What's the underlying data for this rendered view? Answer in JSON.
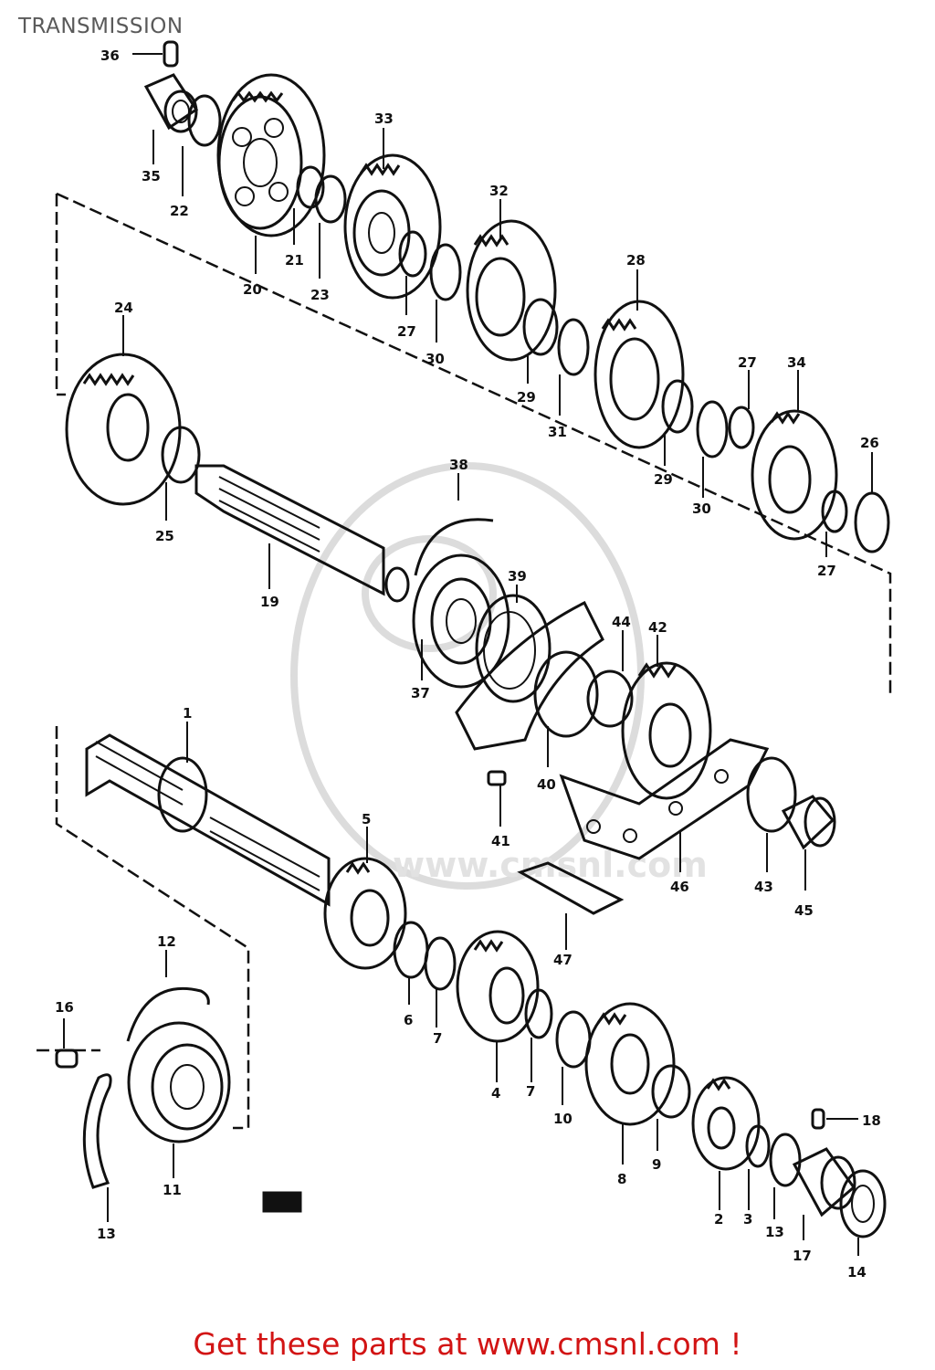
{
  "header": {
    "title": "TRANSMISSION"
  },
  "watermark": {
    "text": "www.cmsnl.com"
  },
  "footer": {
    "text": "Get these parts at www.cmsnl.com !"
  },
  "part_labels": {
    "p1": "1",
    "p2": "2",
    "p3": "3",
    "p4": "4",
    "p5": "5",
    "p6": "6",
    "p7a": "7",
    "p7b": "7",
    "p8": "8",
    "p9": "9",
    "p10": "10",
    "p11": "11",
    "p12": "12",
    "p13": "13",
    "p13b": "13",
    "p14": "14",
    "p16": "16",
    "p17": "17",
    "p18": "18",
    "p19": "19",
    "p20": "20",
    "p21": "21",
    "p22": "22",
    "p23": "23",
    "p24": "24",
    "p25": "25",
    "p26": "26",
    "p27a": "27",
    "p27b": "27",
    "p27c": "27",
    "p28": "28",
    "p29a": "29",
    "p29b": "29",
    "p30a": "30",
    "p30b": "30",
    "p31": "31",
    "p32": "32",
    "p33": "33",
    "p34": "34",
    "p35": "35",
    "p36": "36",
    "p37": "37",
    "p38": "38",
    "p39": "39",
    "p40": "40",
    "p41": "41",
    "p42": "42",
    "p43": "43",
    "p44": "44",
    "p45": "45",
    "p46": "46",
    "p47": "47"
  }
}
